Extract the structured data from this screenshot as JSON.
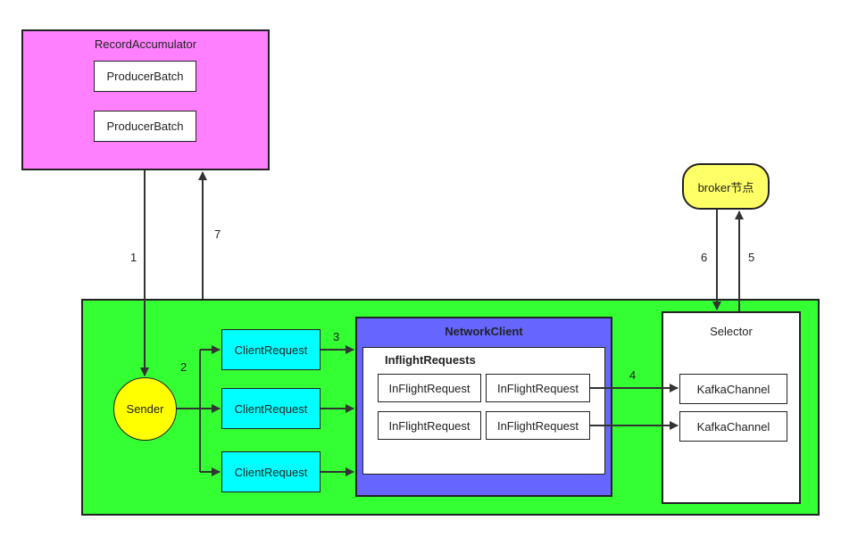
{
  "record_accumulator": {
    "title": "RecordAccumulator",
    "batches": [
      "ProducerBatch",
      "ProducerBatch"
    ],
    "color": "#ff80ff"
  },
  "broker": {
    "label": "broker节点",
    "color": "#ffff66"
  },
  "producer_container": {
    "color": "#33ff33"
  },
  "sender": {
    "label": "Sender",
    "color": "#ffff00"
  },
  "client_requests": {
    "items": [
      "ClientRequest",
      "ClientRequest",
      "ClientRequest"
    ],
    "color": "#00ffff"
  },
  "network_client": {
    "title": "NetworkClient",
    "color": "#6666ff",
    "inflight_title": "InflightRequests",
    "inflight_items": [
      "InFlightRequest",
      "InFlightRequest",
      "InFlightRequest",
      "InFlightRequest"
    ]
  },
  "selector": {
    "title": "Selector",
    "channels": [
      "KafkaChannel",
      "KafkaChannel"
    ]
  },
  "steps": {
    "s1": "1",
    "s2": "2",
    "s3": "3",
    "s4": "4",
    "s5": "5",
    "s6": "6",
    "s7": "7"
  }
}
